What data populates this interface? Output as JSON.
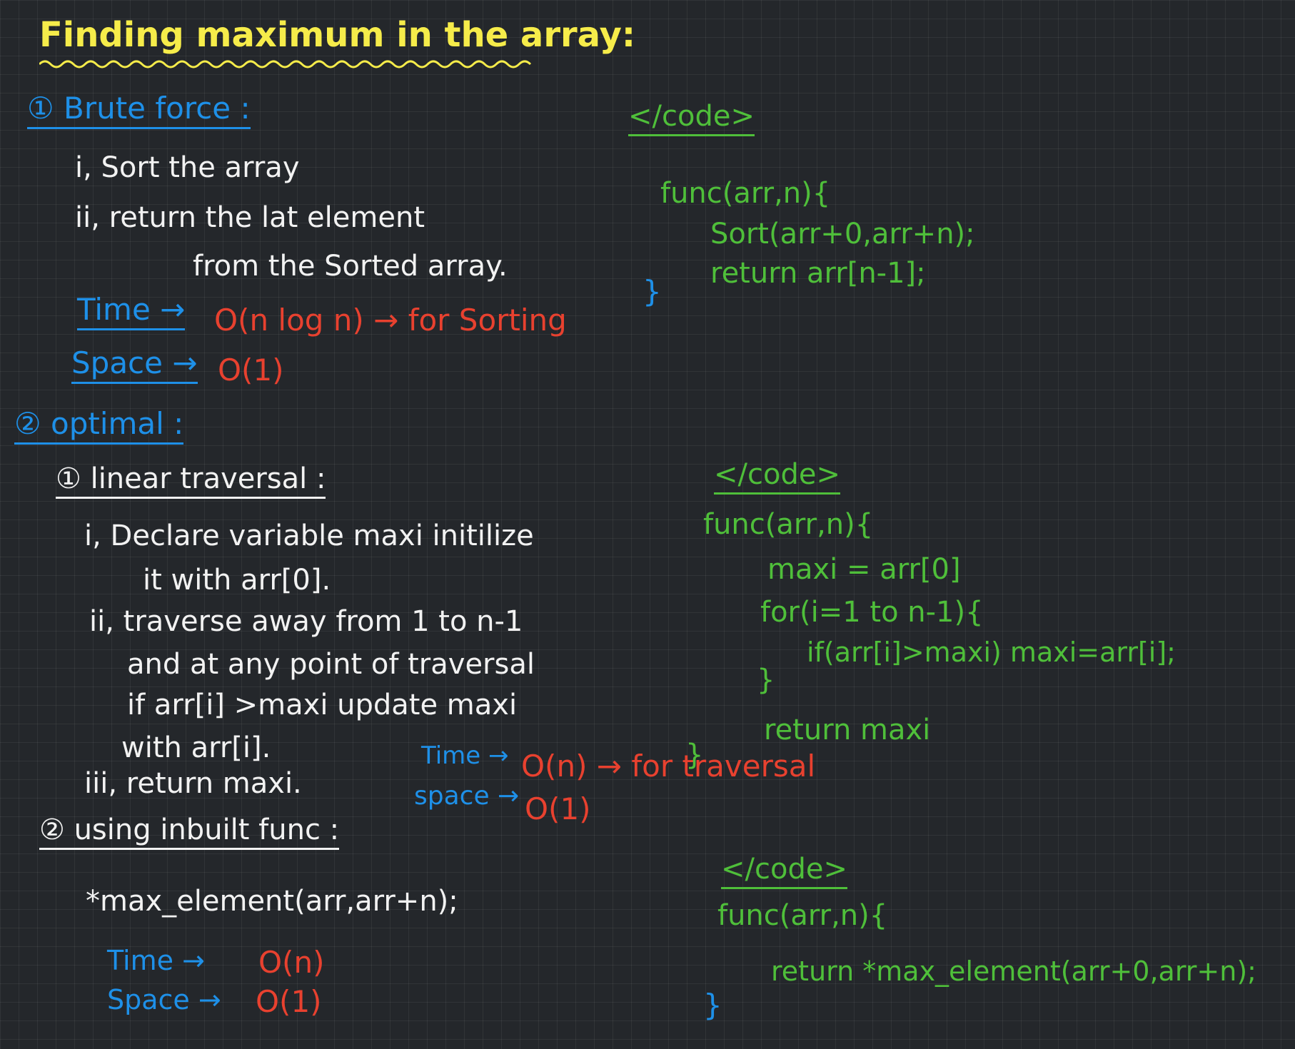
{
  "title": "Finding maximum in the array:",
  "brute": {
    "heading": "① Brute force :",
    "step1": "i, Sort the array",
    "step2": "ii, return the lat element",
    "step2b": "from the Sorted array.",
    "time_label": "Time →",
    "time_value": "O(n log n) → for Sorting",
    "space_label": "Space →",
    "space_value": "O(1)",
    "code_tag": "</code>",
    "code": [
      "func(arr,n){",
      "Sort(arr+0,arr+n);",
      "return arr[n-1];",
      "}"
    ]
  },
  "optimal": {
    "heading": "② optimal :",
    "linear": {
      "heading": "① linear traversal :",
      "lines": [
        "i, Declare variable maxi initilize",
        "it with arr[0].",
        "ii, traverse away from 1 to n-1",
        "and at any point of traversal",
        "if arr[i] >maxi update maxi",
        "with arr[i].",
        "iii, return maxi."
      ],
      "time_label": "Time →",
      "time_value": "O(n) → for traversal",
      "space_label": "space →",
      "space_value": "O(1)",
      "code_tag": "</code>",
      "code": [
        "func(arr,n){",
        "maxi = arr[0]",
        "for(i=1 to n-1){",
        "if(arr[i]>maxi) maxi=arr[i];",
        "}",
        "return maxi",
        "}"
      ]
    },
    "inbuilt": {
      "heading": "② using inbuilt func :",
      "line": "*max_element(arr,arr+n);",
      "time_label": "Time →",
      "time_value": "O(n)",
      "space_label": "Space →",
      "space_value": "O(1)",
      "code_tag": "</code>",
      "code": [
        "func(arr,n){",
        "return *max_element(arr+0,arr+n);",
        "}"
      ]
    }
  },
  "colors": {
    "background": "#24272b",
    "text": "#f2f2f2",
    "title": "#f6ec4a",
    "heading": "#1e90e8",
    "complexity": "#e8412f",
    "code": "#4fbf3a"
  }
}
